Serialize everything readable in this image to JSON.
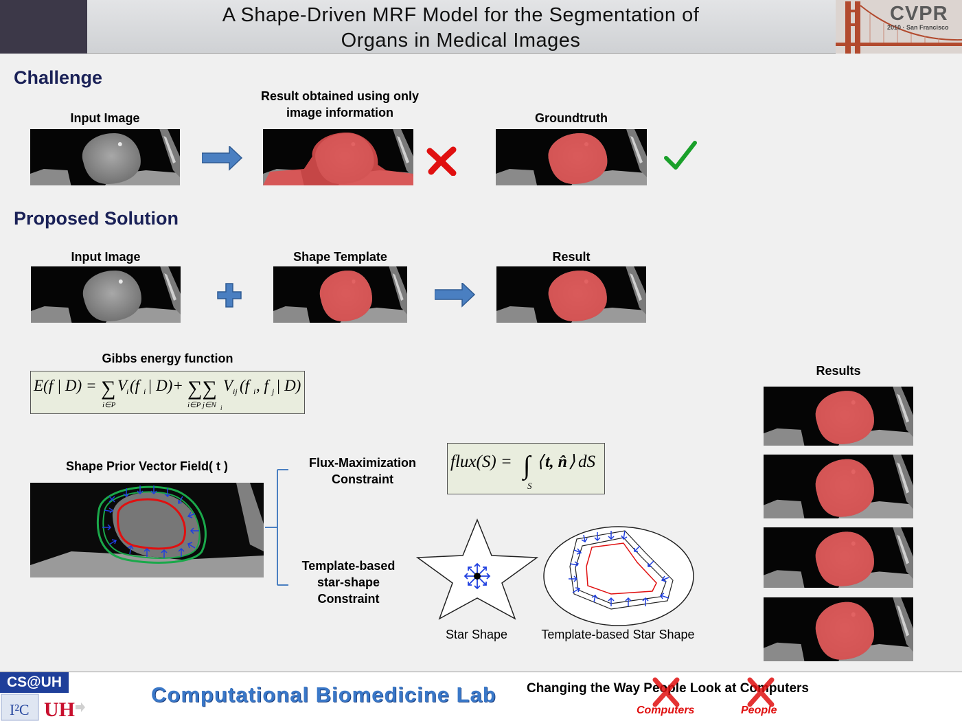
{
  "header": {
    "title_line1": "A Shape-Driven MRF Model for the Segmentation of",
    "title_line2": "Organs in Medical Images",
    "conference": "CVPR",
    "conference_sub": "2010 · San Francisco"
  },
  "challenge": {
    "heading": "Challenge",
    "input_label": "Input Image",
    "result_label_line1": "Result obtained using only",
    "result_label_line2": "image information",
    "groundtruth_label": "Groundtruth"
  },
  "solution": {
    "heading": "Proposed Solution",
    "input_label": "Input Image",
    "template_label": "Shape Template",
    "result_label": "Result"
  },
  "gibbs": {
    "label": "Gibbs energy function",
    "equation": "E(f | D) = Σ_{i∈P} V_i(f_i | D) + Σ_{i∈P} Σ_{j∈N_i} V_ij(f_i, f_j | D)"
  },
  "vector_field": {
    "label": "Shape Prior Vector Field( t )"
  },
  "flux": {
    "label_line1": "Flux-Maximization",
    "label_line2": "Constraint",
    "equation": "flux(S) = ∫_S ⟨t, n̂⟩ dS"
  },
  "star": {
    "label_line1": "Template-based",
    "label_line2": "star-shape",
    "label_line3": "Constraint",
    "star_caption": "Star Shape",
    "template_caption": "Template-based Star Shape"
  },
  "results": {
    "label": "Results"
  },
  "footer": {
    "dept": "CS@UH",
    "lab_name": "Computational Biomedicine Lab",
    "tagline": "Changing the Way People Look at Computers",
    "correction_1": "Computers",
    "correction_2": "People"
  },
  "colors": {
    "heading": "#1a2157",
    "overlay": "#e05050",
    "arrow_blue": "#4a7fc1",
    "cross_red": "#e01010",
    "check_green": "#1aa02a",
    "lab_blue": "#3a78c8"
  }
}
